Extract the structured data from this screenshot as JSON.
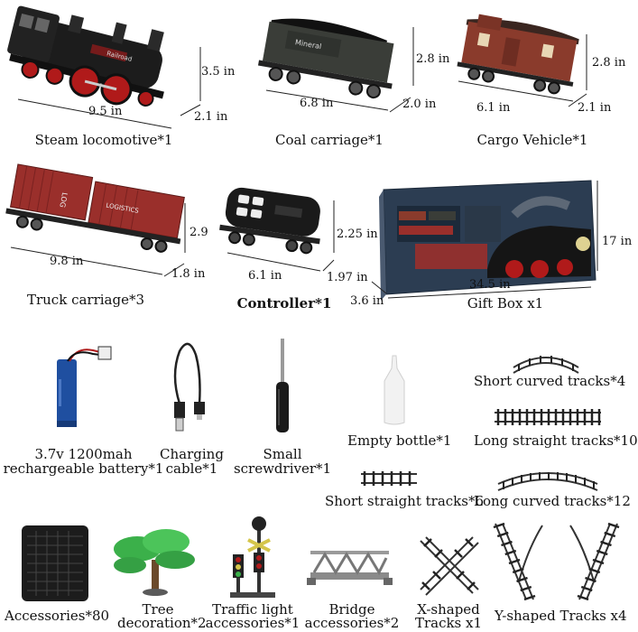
{
  "items": {
    "steam_locomotive": {
      "label": "Steam locomotive*1",
      "length": "9.5 in",
      "height": "3.5 in",
      "depth": "2.1 in",
      "nameplate": "Railroad"
    },
    "coal_carriage": {
      "label": "Coal carriage*1",
      "length": "6.8 in",
      "height": "2.8 in",
      "depth": "2.0 in",
      "nameplate": "Mineral"
    },
    "cargo_vehicle": {
      "label": "Cargo Vehicle*1",
      "length": "6.1 in",
      "height": "2.8 in",
      "depth": "2.1 in"
    },
    "truck_carriage": {
      "label": "Truck carriage*3",
      "length": "9.8 in",
      "height": "2.9",
      "depth": "1.8 in",
      "container_text_1": "LOGISTICS",
      "container_text_2": "LOG"
    },
    "controller": {
      "label": "Controller*1",
      "length": "6.1 in",
      "height": "2.25 in",
      "depth": "1.97 in"
    },
    "gift_box": {
      "label": "Gift Box x1",
      "length": "34.5 in",
      "height": "17 in",
      "depth": "3.6 in"
    },
    "battery": {
      "label_1": "3.7v 1200mah",
      "label_2": "rechargeable battery*1"
    },
    "charging_cable": {
      "label_1": "Charging",
      "label_2": "cable*1"
    },
    "screwdriver": {
      "label_1": "Small",
      "label_2": "screwdriver*1"
    },
    "empty_bottle": {
      "label": "Empty bottle*1"
    },
    "short_curved_tracks": {
      "label": "Short curved tracks*4"
    },
    "long_straight_tracks": {
      "label": "Long straight tracks*10"
    },
    "short_straight_tracks": {
      "label": "Short straight tracks*6"
    },
    "long_curved_tracks": {
      "label": "Long curved tracks*12"
    },
    "accessories": {
      "label": "Accessories*80"
    },
    "tree": {
      "label_1": "Tree",
      "label_2": "decoration*2"
    },
    "traffic_light": {
      "label_1": "Traffic light",
      "label_2": "accessories*1"
    },
    "bridge": {
      "label_1": "Bridge",
      "label_2": "accessories*2"
    },
    "x_tracks": {
      "label_1": "X-shaped",
      "label_2": "Tracks x1"
    },
    "y_tracks": {
      "label": "Y-shaped Tracks x4"
    }
  },
  "colors": {
    "locomotive": "#1c1c1c",
    "wheel_red": "#b01a1a",
    "coal_car": "#3a3d38",
    "cargo_red": "#8a3b2c",
    "container_red": "#9a2f2b",
    "battery_blue": "#1f4fa0",
    "tree_green": "#3bb04a",
    "track": "#333333"
  }
}
